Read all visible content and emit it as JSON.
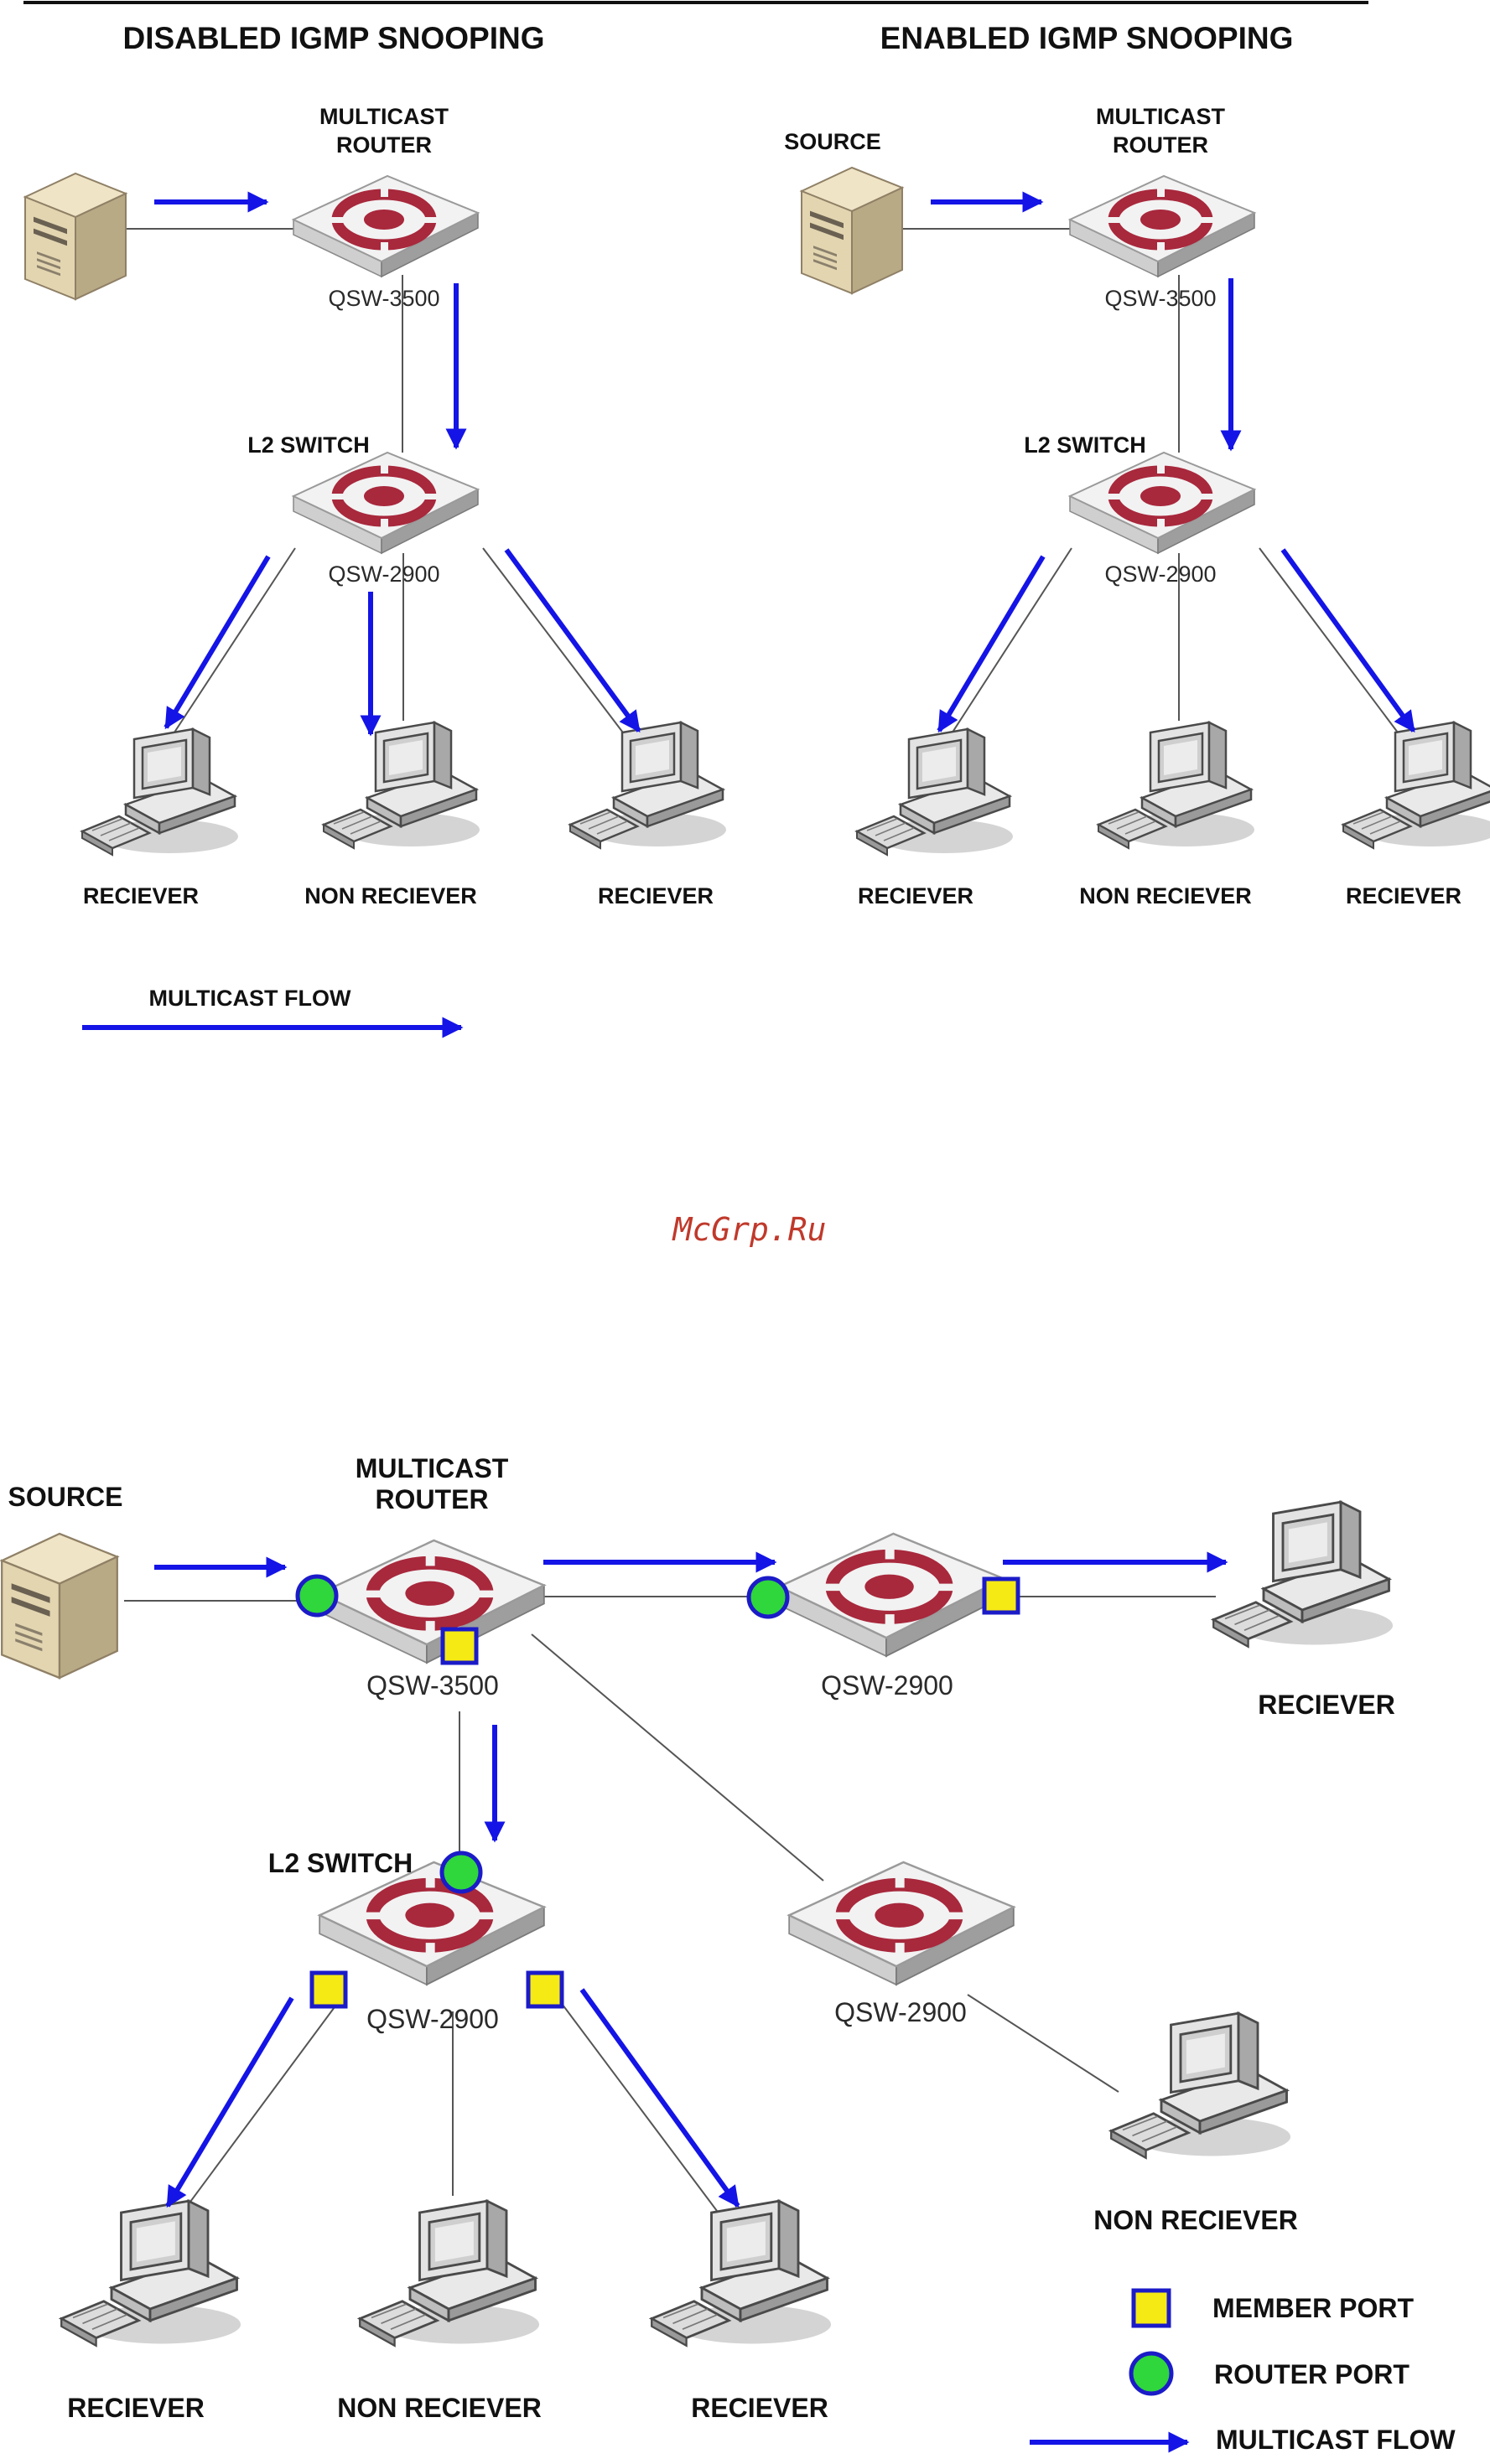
{
  "top_left": {
    "title": "DISABLED IGMP SNOOPING",
    "router_label": [
      "MULTICAST",
      "ROUTER"
    ],
    "router_model": "QSW-3500",
    "switch_label": "L2 SWITCH",
    "switch_model": "QSW-2900",
    "hosts": [
      "RECIEVER",
      "NON RECIEVER",
      "RECIEVER"
    ]
  },
  "top_right": {
    "title": "ENABLED IGMP SNOOPING",
    "source_label": "SOURCE",
    "router_label": [
      "MULTICAST",
      "ROUTER"
    ],
    "router_model": "QSW-3500",
    "switch_label": "L2 SWITCH",
    "switch_model": "QSW-2900",
    "hosts": [
      "RECIEVER",
      "NON RECIEVER",
      "RECIEVER"
    ]
  },
  "top_legend": {
    "flow_label": "MULTICAST FLOW"
  },
  "watermark": "McGrp.Ru",
  "bottom": {
    "source_label": "SOURCE",
    "router_label": [
      "MULTICAST",
      "ROUTER"
    ],
    "router_model": "QSW-3500",
    "switch_label": "L2 SWITCH",
    "switch_model": "QSW-2900",
    "right_switch_model": "QSW-2900",
    "mid_switch_model": "QSW-2900",
    "right_receiver": "RECIEVER",
    "mid_non_receiver": "NON RECIEVER",
    "hosts": [
      "RECIEVER",
      "NON RECIEVER",
      "RECIEVER"
    ],
    "legend": {
      "member_port": "MEMBER PORT",
      "router_port": "ROUTER PORT",
      "multicast_flow": "MULTICAST FLOW"
    }
  },
  "colors": {
    "flow": "#1414e6",
    "link": "#555555",
    "switch_logo": "#a8283c",
    "member_port": "#f5ea14",
    "router_port": "#2fd63c",
    "port_border": "#1b1bc8"
  }
}
